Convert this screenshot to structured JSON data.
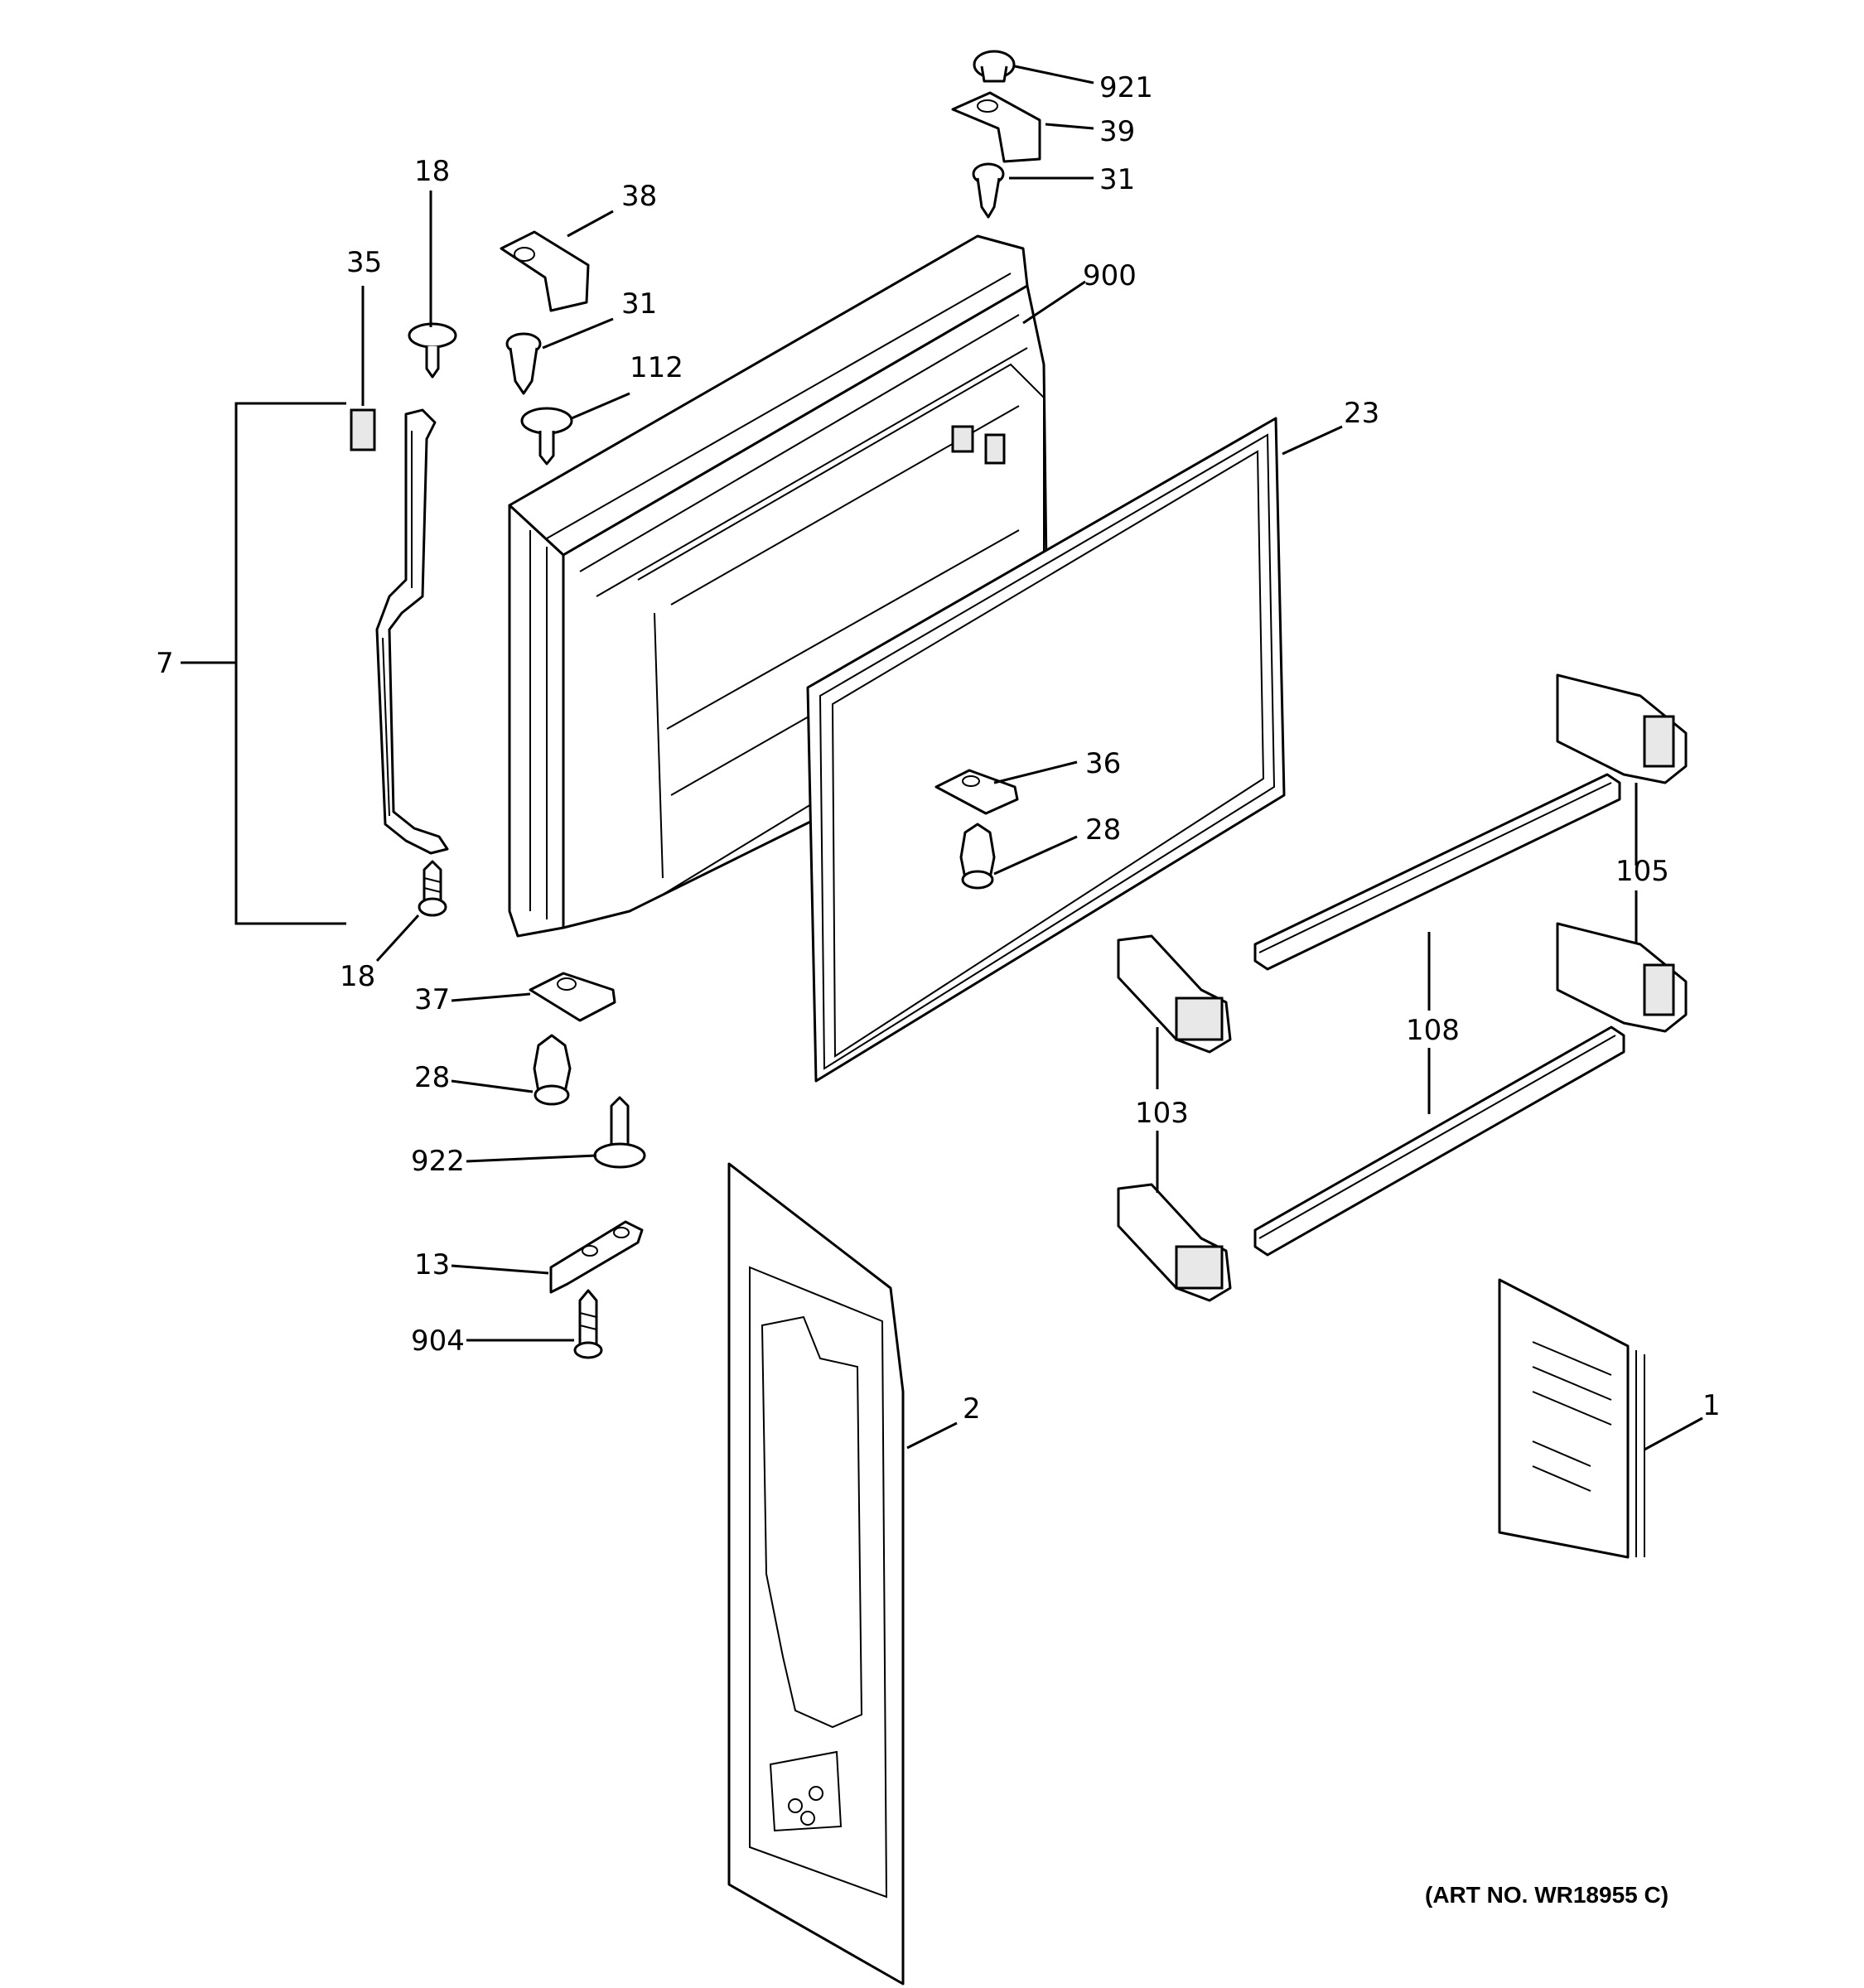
{
  "diagram": {
    "art_number": "(ART NO. WR18955 C)",
    "callouts": {
      "c921": "921",
      "c39": "39",
      "c31a": "31",
      "c900": "900",
      "c18a": "18",
      "c38": "38",
      "c35": "35",
      "c31b": "31",
      "c112": "112",
      "c23": "23",
      "c7": "7",
      "c36": "36",
      "c28a": "28",
      "c105": "105",
      "c18b": "18",
      "c37": "37",
      "c108": "108",
      "c28b": "28",
      "c103": "103",
      "c922": "922",
      "c13": "13",
      "c904": "904",
      "c2": "2",
      "c1": "1"
    }
  }
}
